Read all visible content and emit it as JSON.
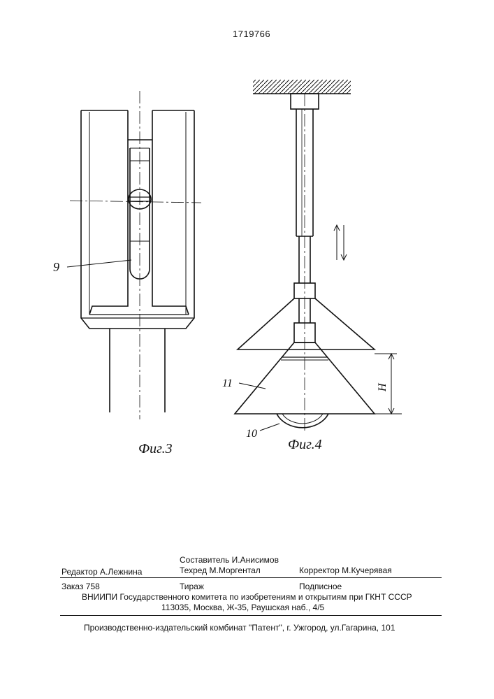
{
  "header": {
    "patent_number": "1719766"
  },
  "figures": {
    "fig3": {
      "caption": "Фиг.3",
      "part_label": "9"
    },
    "fig4": {
      "caption": "Фиг.4",
      "label_11": "11",
      "label_10": "10",
      "dimension_label": "H"
    }
  },
  "imprint": {
    "editor": "Редактор  А.Лежнина",
    "compiler": "Составитель И.Анисимов",
    "tech_editor": "Техред М.Моргентал",
    "proofreader": "Корректор  М.Кучерявая",
    "order": "Заказ 758",
    "circulation": "Тираж",
    "subscription": "Подписное",
    "institute": "ВНИИПИ Государственного комитета по изобретениям и открытиям при ГКНТ СССР",
    "address": "113035, Москва, Ж-35, Раушская наб., 4/5",
    "publisher": "Производственно-издательский комбинат \"Патент\", г. Ужгород, ул.Гагарина, 101"
  }
}
